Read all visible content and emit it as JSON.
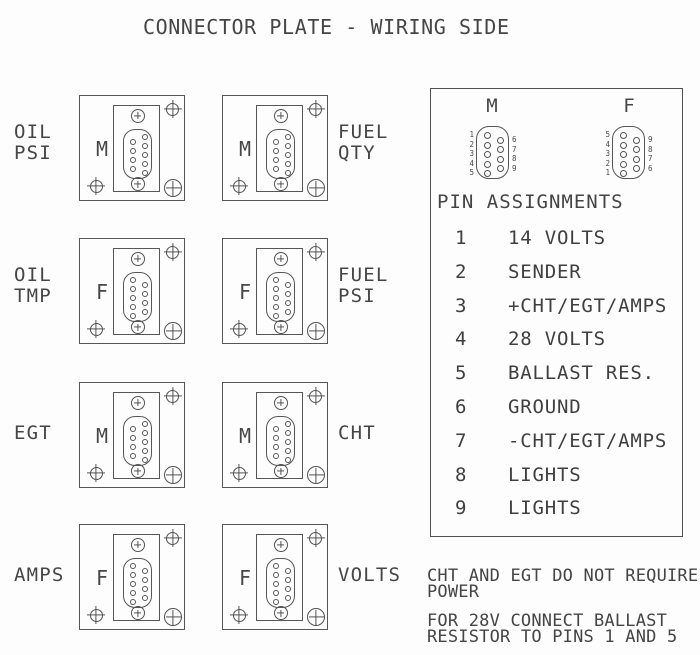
{
  "title": "CONNECTOR PLATE - WIRING SIDE",
  "plates": [
    {
      "gender": "M",
      "label": "OIL\nPSI"
    },
    {
      "gender": "M",
      "label": "FUEL\nQTY"
    },
    {
      "gender": "F",
      "label": "OIL\nTMP"
    },
    {
      "gender": "F",
      "label": "FUEL\nPSI"
    },
    {
      "gender": "M",
      "label": "EGT"
    },
    {
      "gender": "M",
      "label": "CHT"
    },
    {
      "gender": "F",
      "label": "AMPS"
    },
    {
      "gender": "F",
      "label": "VOLTS"
    }
  ],
  "panel": {
    "m_label": "M",
    "f_label": "F",
    "m_pins_left": "1\n2\n3\n4\n5",
    "m_pins_right": "6\n7\n8\n9",
    "f_pins_left": "5\n4\n3\n2\n1",
    "f_pins_right": "9\n8\n7\n6",
    "heading": "PIN ASSIGNMENTS",
    "assignments": [
      {
        "pin": "1",
        "function": "14 VOLTS"
      },
      {
        "pin": "2",
        "function": "SENDER"
      },
      {
        "pin": "3",
        "function": "+CHT/EGT/AMPS"
      },
      {
        "pin": "4",
        "function": "28 VOLTS"
      },
      {
        "pin": "5",
        "function": "BALLAST RES."
      },
      {
        "pin": "6",
        "function": "GROUND"
      },
      {
        "pin": "7",
        "function": "-CHT/EGT/AMPS"
      },
      {
        "pin": "8",
        "function": "LIGHTS"
      },
      {
        "pin": "9",
        "function": "LIGHTS"
      }
    ]
  },
  "notes": {
    "power": "CHT AND EGT DO NOT REQUIRE\nPOWER",
    "ballast": "FOR 28V CONNECT BALLAST\nRESISTOR TO PINS 1 AND 5"
  },
  "colors": {
    "line": "#565656",
    "background": "#fdfdfd"
  }
}
